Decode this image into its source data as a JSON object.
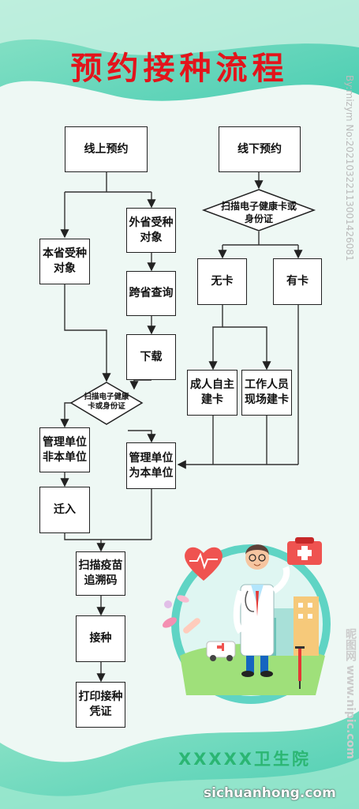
{
  "title": "预约接种流程",
  "boxes": {
    "online": "线上预约",
    "offline": "线下预约",
    "local_target": "本省受种对象",
    "other_target": "外省受种对象",
    "cross_query": "跨省查询",
    "download": "下载",
    "no_card": "无卡",
    "has_card": "有卡",
    "self_create": "成人自主建卡",
    "staff_create": "工作人员现场建卡",
    "unit_other": "管理单位非本单位",
    "unit_self": "管理单位为本单位",
    "move_in": "迁入",
    "scan_trace": "扫描疫苗追溯码",
    "vaccinate": "接种",
    "print": "打印接种凭证"
  },
  "diamonds": {
    "scan_offline": "扫描电子健康卡或身份证",
    "scan_online": "扫描电子健康卡或身份证"
  },
  "footer": {
    "hospital": "XXXXX卫生院"
  },
  "watermarks": {
    "bottom": "sichuanhong.com",
    "right_top": "By:mizym No:20210322113001426081",
    "right_bottom": "昵图网 www.nipic.com"
  },
  "colors": {
    "title": "#e3141b",
    "accent": "#2bb673",
    "teal": "#39c5b5"
  }
}
